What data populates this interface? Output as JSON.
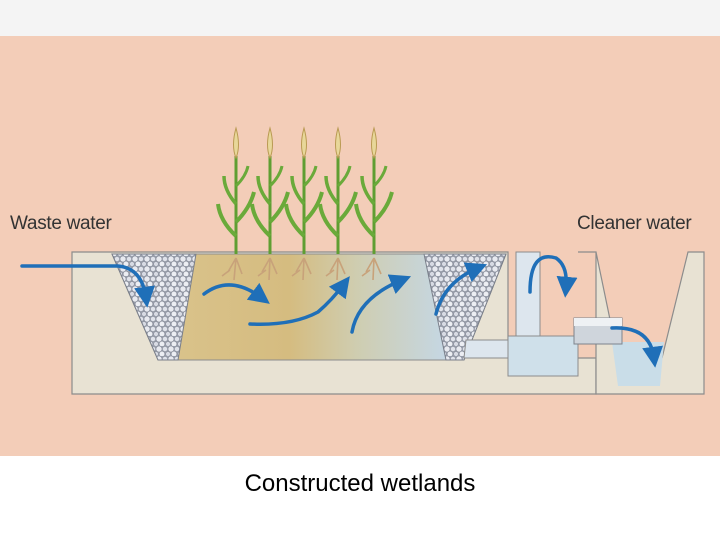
{
  "labels": {
    "inflow": "Waste water",
    "outflow": "Cleaner water"
  },
  "caption": "Constructed wetlands",
  "colors": {
    "page_background": "#ffffff",
    "figure_background": "#f3cdb8",
    "basin": "#e8e2d3",
    "water_sediment": "#d9bd7e",
    "clean_water": "#c9dde8",
    "flow_arrow": "#1f6fb8",
    "plant_leaf": "#6aaa3a",
    "gravel": "#c9ccd6"
  },
  "icons": {
    "flow": "curved-arrow-icon",
    "plant": "reed-plant-icon",
    "gravel": "gravel-filter-icon",
    "pipe": "outlet-pipe-icon"
  }
}
